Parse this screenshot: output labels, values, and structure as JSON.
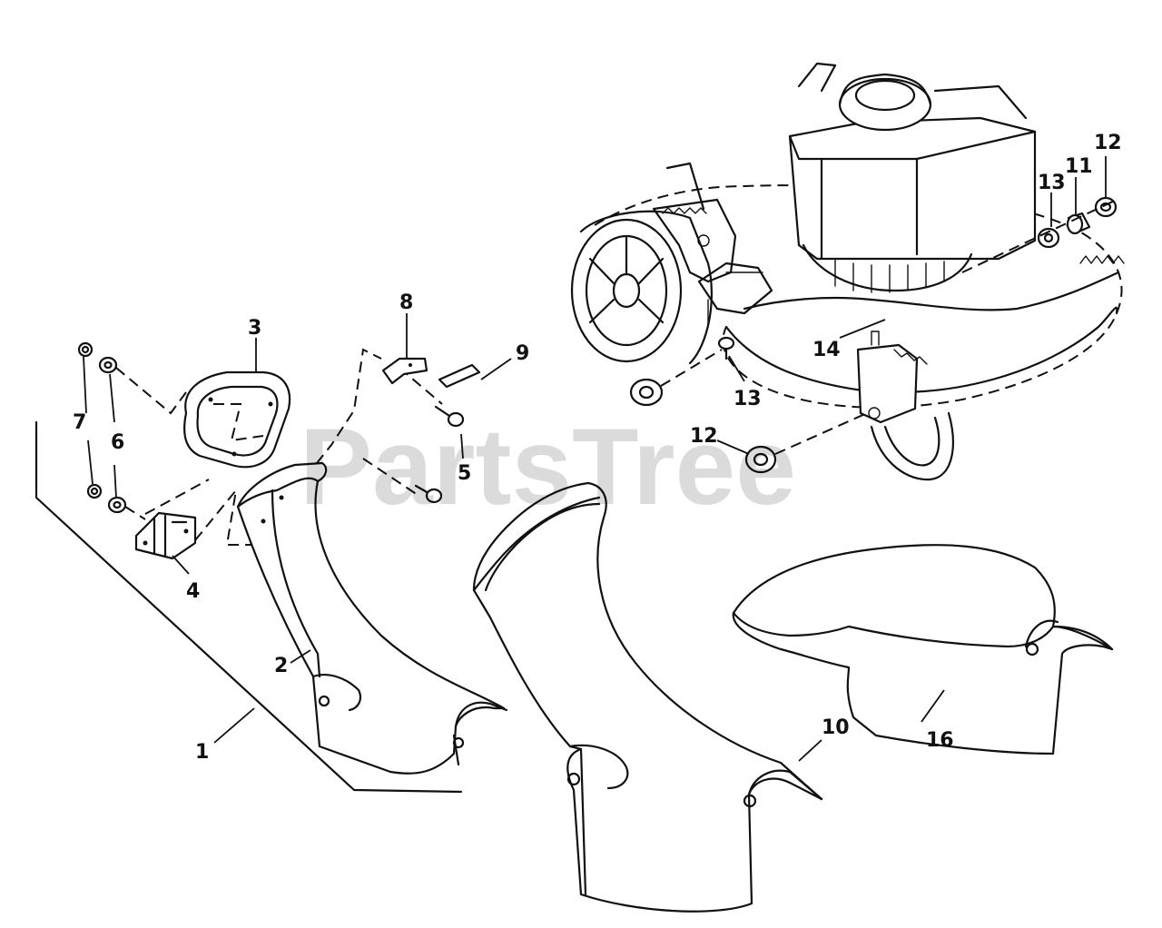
{
  "watermark": "PartsTree",
  "callouts": [
    {
      "id": "1",
      "label": "1"
    },
    {
      "id": "2",
      "label": "2"
    },
    {
      "id": "3",
      "label": "3"
    },
    {
      "id": "4",
      "label": "4"
    },
    {
      "id": "5",
      "label": "5"
    },
    {
      "id": "6",
      "label": "6"
    },
    {
      "id": "7",
      "label": "7"
    },
    {
      "id": "8",
      "label": "8"
    },
    {
      "id": "9",
      "label": "9"
    },
    {
      "id": "10",
      "label": "10"
    },
    {
      "id": "11",
      "label": "11"
    },
    {
      "id": "12a",
      "label": "12"
    },
    {
      "id": "12b",
      "label": "12"
    },
    {
      "id": "13a",
      "label": "13"
    },
    {
      "id": "13b",
      "label": "13"
    },
    {
      "id": "14",
      "label": "14"
    },
    {
      "id": "16",
      "label": "16"
    }
  ]
}
